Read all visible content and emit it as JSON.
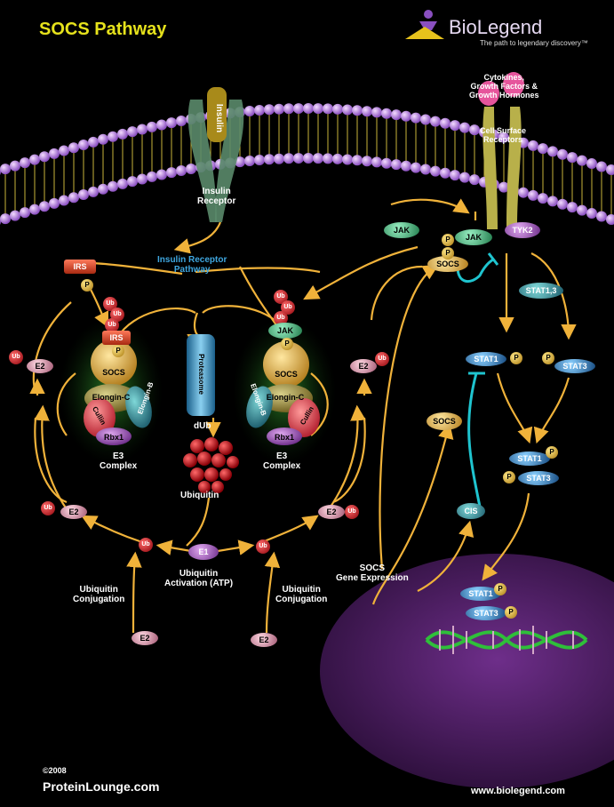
{
  "title": "SOCS Pathway",
  "brand": {
    "name": "BioLegend",
    "tagline": "The path to legendary discovery™"
  },
  "footer": {
    "copyright": "©2008",
    "left": "ProteinLounge.com",
    "right": "www.biolegend.com"
  },
  "labels": {
    "insulin": "Insulin",
    "insulin_receptor": "Insulin\nReceptor",
    "insulin_receptor_pathway": "Insulin Receptor\nPathway",
    "cytokines": "Cytokines,\nGrowth Factors &\nGrowth Hormones",
    "cell_surface_receptors": "Cell Surface\nReceptors",
    "e3_complex_left": "E3\nComplex",
    "e3_complex_right": "E3\nComplex",
    "ubiquitin": "Ubiquitin",
    "dub": "dUb",
    "ubiquitin_activation": "Ubiquitin\nActivation (ATP)",
    "ubiquitin_conjugation_left": "Ubiquitin\nConjugation",
    "ubiquitin_conjugation_right": "Ubiquitin\nConjugation",
    "socs_gene_expression": "SOCS\nGene Expression"
  },
  "molecules": {
    "irs": "IRS",
    "p": "P",
    "ub": "Ub",
    "e1": "E1",
    "e2": "E2",
    "socs": "SOCS",
    "jak": "JAK",
    "tyk2": "TYK2",
    "stat13": "STAT1,3",
    "stat1": "STAT1",
    "stat3": "STAT3",
    "cis": "CIS",
    "elongin_c": "Elongin-C",
    "elongin_b": "Elongin-B",
    "cullin": "Cullin",
    "rbx1": "Rbx1",
    "proteasome": "Proteasome"
  },
  "colors": {
    "background": "#000000",
    "title": "#e6e21c",
    "arrows": "#f0b23a",
    "inhibition": "#1fc4cf",
    "membrane": "#b57ee0",
    "nucleus": "#3e1650",
    "ub": "#c0101a",
    "phospho": "#d4a21a",
    "socs": "#d9a23a",
    "jak": "#3aa36b",
    "stat": "#2a6fb5",
    "e2": "#e3a3b5",
    "irs": "#d44a2a"
  }
}
